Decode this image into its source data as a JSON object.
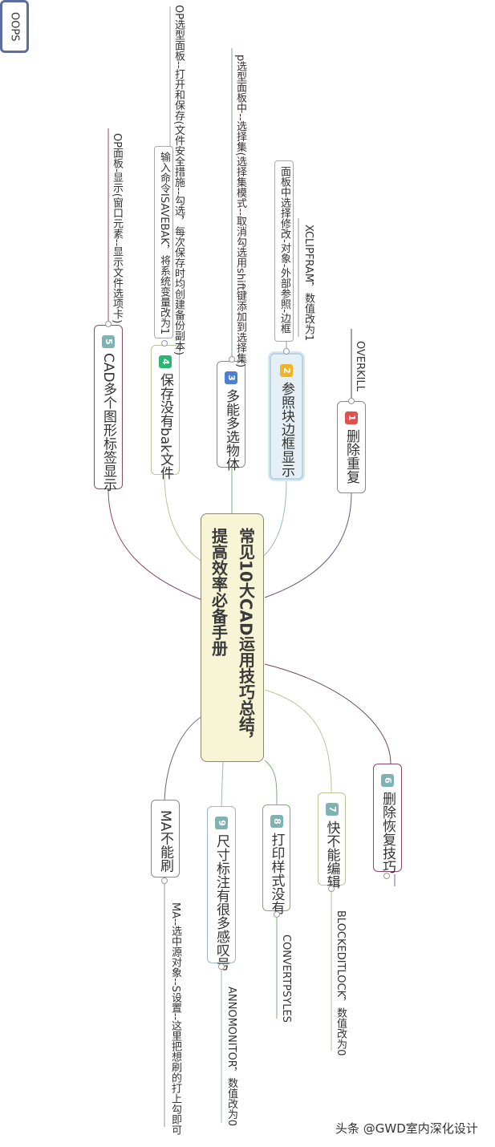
{
  "central": {
    "title_line1": "常见10大CAD运用技巧总结，",
    "title_line2": "提高效率必备手册",
    "bg_color": "#f7f5d6"
  },
  "branches": [
    {
      "num": "1",
      "label": "删除重复",
      "badge_color": "#e05050",
      "details": [
        "OVERKILL"
      ]
    },
    {
      "num": "2",
      "label": "参照块边框显示",
      "badge_color": "#f0b429",
      "details": [
        "XCLIPFRAM，数值改为1",
        "面板中选择修改-对象-外部参照-边框"
      ]
    },
    {
      "num": "3",
      "label": "多能多选物体",
      "badge_color": "#4a7fd4",
      "details": [
        "p选型面板中--选择集(选择集模式--取消勾选用shift键添加到选择集)"
      ]
    },
    {
      "num": "4",
      "label": "保存没有bak文件",
      "badge_color": "#2bb673",
      "details": [
        "OP选型面板--打开和保存(文件安全措施--勾选，每次保存时均创建备份副本)",
        "输入命令ISAVEBAK，将系统变量改为1"
      ]
    },
    {
      "num": "5",
      "label": "CAD多个图形标签显示",
      "badge_color": "#7fb3b3",
      "details": [
        "OP面板-显示(窗口元素--显示文件选项卡)"
      ]
    },
    {
      "num": "6",
      "label": "删除恢复技巧",
      "badge_color": "#7fb3b3",
      "details": [
        "OOPS"
      ]
    },
    {
      "num": "7",
      "label": "快不能编辑",
      "badge_color": "#7fb3b3",
      "details": [
        "BLOCKEDITLOCK，数值改为0"
      ]
    },
    {
      "num": "8",
      "label": "打印样式没有",
      "badge_color": "#7fb3b3",
      "details": [
        "CONVERTPSYLES"
      ]
    },
    {
      "num": "9",
      "label": "尺寸标注有很多感叹号",
      "badge_color": "#7fb3b3",
      "details": [
        "ANNOMONITOR，数值改为0"
      ]
    },
    {
      "num": "",
      "label": "MA不能刷",
      "badge_color": "",
      "details": [
        "MA--选中源对象--S设置--这里把想刷的打上勾即可"
      ]
    }
  ],
  "watermark": "头条 @GWD室内深化设计"
}
